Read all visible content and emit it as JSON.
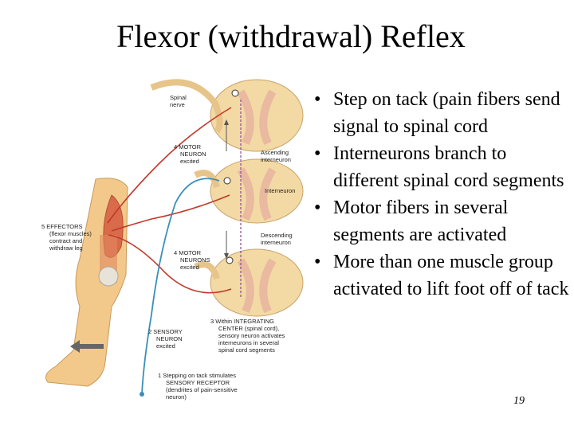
{
  "slide": {
    "title": "Flexor (withdrawal) Reflex",
    "page_number": "19"
  },
  "bullets": [
    "Step on tack (pain fibers send signal to spinal cord",
    "Interneurons branch to different spinal cord segments",
    "Motor fibers in several segments are activated",
    "More than one muscle group activated to lift foot off of tack"
  ],
  "figure": {
    "spinal_nerve": [
      "Spinal",
      "nerve"
    ],
    "motor_neuron_top": [
      "4 MOTOR",
      "NEURON",
      "excited"
    ],
    "ascending_interneuron": [
      "Ascending",
      "interneuron"
    ],
    "interneuron": "Interneuron",
    "descending_interneuron": [
      "Descending",
      "interneuron"
    ],
    "motor_neurons_mid": [
      "4 MOTOR",
      "NEURONS",
      "excited"
    ],
    "effectors": [
      "5 EFFECTORS",
      "(flexor muscles)",
      "contract and",
      "withdraw leg"
    ],
    "integrating_center": [
      "3 Within INTEGRATING",
      "CENTER (spinal cord),",
      "sensory neuron activates",
      "interneurons in several",
      "spinal cord segments"
    ],
    "sensory_neuron": [
      "2 SENSORY",
      "NEURON",
      "excited"
    ],
    "sensory_receptor": [
      "1 Stepping on tack stimulates",
      "SENSORY RECEPTOR",
      "(dendrites of pain-sensitive",
      "neuron)"
    ]
  },
  "colors": {
    "motor": "#c0392b",
    "sensory": "#3a8fb7",
    "cord": "#f3d9a4",
    "gray_matter": "#e9b9a0",
    "leg": "#f2c98a",
    "muscle": "#d96a4a",
    "label_accent": "#3b6fb6"
  }
}
